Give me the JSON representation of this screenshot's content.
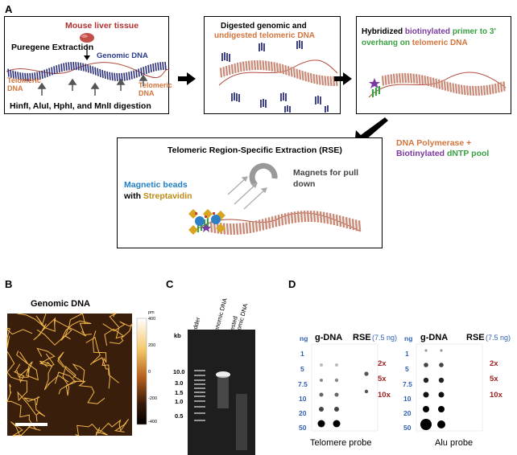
{
  "panels": {
    "A": {
      "letter": "A",
      "box1": {
        "mouse_label": "Mouse liver tissue",
        "extraction": "Puregene Extraction",
        "genomic": "Genomic DNA",
        "telomeric_left": "Telomeric\nDNA",
        "telomeric_right": "Telomeric\nDNA",
        "digestion": "HinfI, AluI, HphI, and MnlI digestion"
      },
      "box2": {
        "line1": "Digested genomic and",
        "line2": "undigested telomeric DNA"
      },
      "box3": {
        "w1": "Hybridized",
        "w2": "biotinylated",
        "w3": "primer to 3'",
        "w4": "overhang on",
        "w5": "telomeric DNA"
      },
      "polymerase": {
        "line1": "DNA Polymerase +",
        "line2a": "Biotinylated",
        "line2b": "dNTP pool"
      },
      "box4": {
        "title": "Telomeric Region-Specific Extraction (RSE)",
        "beads1": "Magnetic beads",
        "beads2a": "with",
        "beads2b": "Streptavidin",
        "magnets1": "Magnets for pull",
        "magnets2": "down"
      }
    },
    "B": {
      "letter": "B",
      "title": "Genomic  DNA",
      "scale_unit": "pm",
      "scale_ticks": [
        "400",
        "200",
        "0",
        "-200",
        "-400"
      ]
    },
    "C": {
      "letter": "C",
      "kb": "kb",
      "lanes": [
        "Ladder",
        "Genomic DNA",
        "Digested\nGenomic DNA"
      ],
      "sizes": [
        "10.0",
        "3.0",
        "1.5",
        "1.0",
        "0.5"
      ]
    },
    "D": {
      "letter": "D",
      "left": {
        "ng": "ng",
        "gdna": "g-DNA",
        "rse": "RSE",
        "rse_amount": "(7.5 ng)",
        "caption": "Telomere probe"
      },
      "right": {
        "ng": "ng",
        "gdna": "g-DNA",
        "rse": "RSE",
        "rse_amount": "(7.5 ng)",
        "caption": "Alu probe"
      },
      "amounts": [
        "1",
        "5",
        "7.5",
        "10",
        "20",
        "50"
      ],
      "multipliers": [
        "2x",
        "5x",
        "10x"
      ]
    }
  }
}
